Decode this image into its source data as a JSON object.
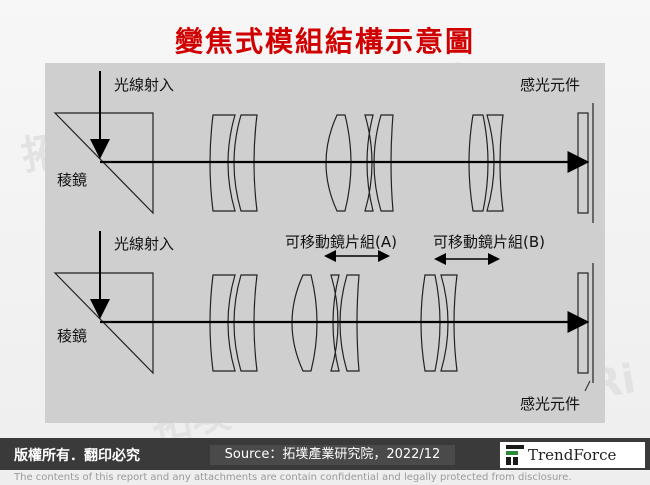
{
  "title": "變焦式模組結構示意圖",
  "watermark_text": "拓墣 TRi",
  "diagram": {
    "top": {
      "light_in": "光線射入",
      "prism": "稜鏡",
      "sensor": "感光元件"
    },
    "bottom": {
      "light_in": "光線射入",
      "prism": "稜鏡",
      "group_a": "可移動鏡片組(A)",
      "group_b": "可移動鏡片組(B)",
      "sensor": "感光元件"
    }
  },
  "footer": {
    "rights": "版權所有．翻印必究",
    "source": "Source：拓墣產業研究院，2022/12",
    "logo": "TrendForce"
  },
  "disclaimer": "The contents of this report and any attachments are contain confidential and legally protected from disclosure."
}
